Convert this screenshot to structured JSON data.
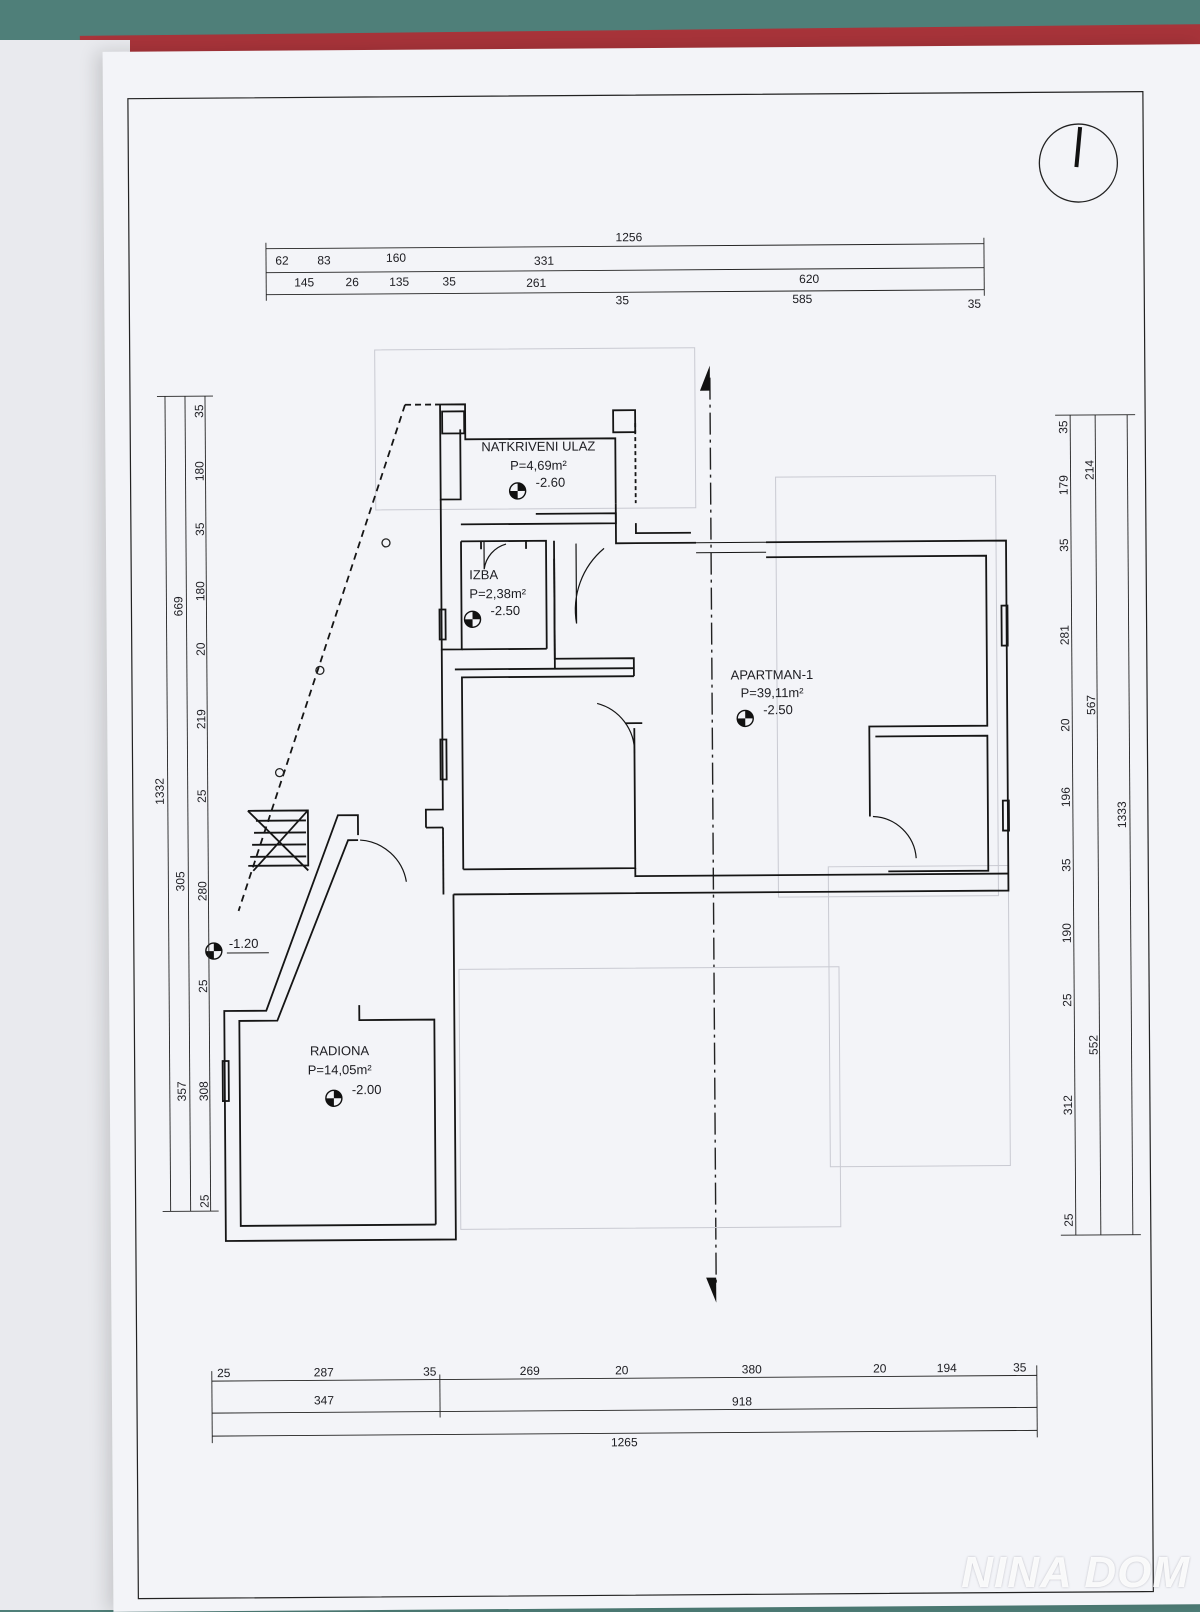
{
  "rooms": [
    {
      "name": "NATKRIVENI ULAZ",
      "area": "P=4,69m²",
      "level": "-2.60"
    },
    {
      "name": "IZBA",
      "area": "P=2,38m²",
      "level": "-2.50"
    },
    {
      "name": "APARTMAN-1",
      "area": "P=39,11m²",
      "level": "-2.50"
    },
    {
      "name": "RADIONA",
      "area": "P=14,05m²",
      "level": "-2.00"
    }
  ],
  "exterior_level": "-1.20",
  "dimensions": {
    "top_row1": [
      "62",
      "83",
      "160",
      "331",
      "1256"
    ],
    "top_row2": [
      "145",
      "26",
      "135",
      "35",
      "261",
      "620"
    ],
    "top_row3": [
      "35",
      "585",
      "35"
    ],
    "bottom_row1": [
      "25",
      "287",
      "35",
      "269",
      "20",
      "380",
      "20",
      "194",
      "35"
    ],
    "bottom_row2": [
      "347",
      "918"
    ],
    "bottom_total": "1265",
    "left_inner": [
      "35",
      "180",
      "35",
      "180",
      "20",
      "219",
      "25",
      "280",
      "25",
      "308",
      "25"
    ],
    "left_mid": [
      "669",
      "305",
      "357"
    ],
    "left_total": "1332",
    "right_inner": [
      "35",
      "179",
      "35",
      "281",
      "20",
      "196",
      "35",
      "190",
      "25",
      "312",
      "25"
    ],
    "right_mid": [
      "214",
      "567",
      "552"
    ],
    "right_total": "1333"
  },
  "watermark": "NINA DOM"
}
